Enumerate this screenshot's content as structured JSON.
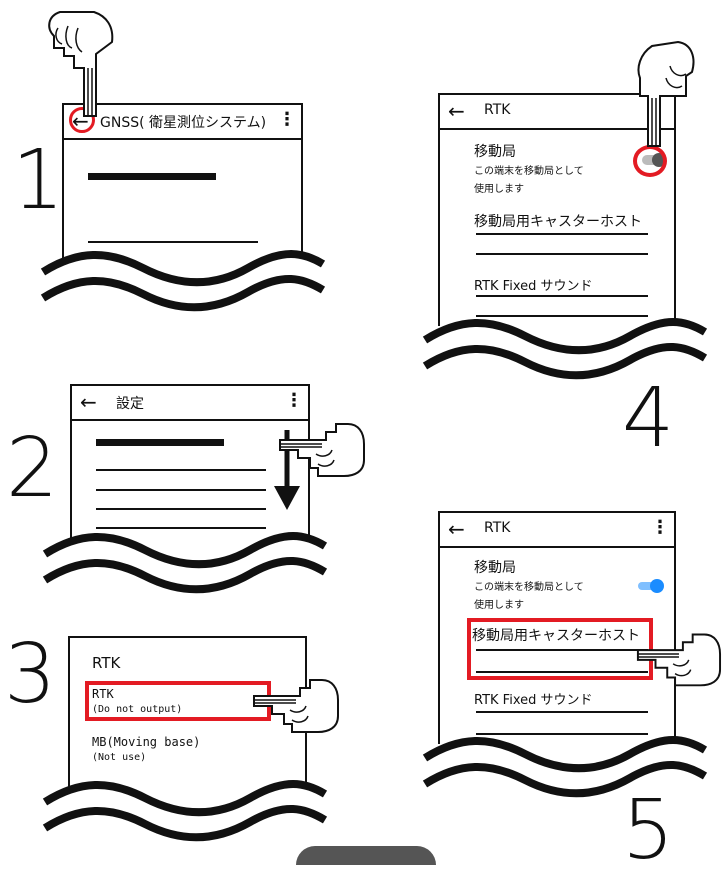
{
  "colors": {
    "highlight": "#e31b23",
    "toggle_on": "#1a8cff",
    "ink": "#111111"
  },
  "steps": [
    {
      "number": "1",
      "screen": {
        "title": "GNSS( 衛星測位システム)",
        "back_icon": "arrow-left-icon",
        "menu_icon": "kebab-menu-icon"
      }
    },
    {
      "number": "2",
      "screen": {
        "title": "設定",
        "back_icon": "arrow-left-icon",
        "menu_icon": "kebab-menu-icon"
      }
    },
    {
      "number": "3",
      "screen": {
        "heading": "RTK",
        "options": [
          {
            "label": "RTK",
            "sublabel": "(Do not output)"
          },
          {
            "label": "MB(Moving base)",
            "sublabel": "(Not use)"
          }
        ]
      }
    },
    {
      "number": "4",
      "screen": {
        "title": "RTK",
        "moving_station": {
          "label": "移動局",
          "desc_line1": "この端末を移動局として",
          "desc_line2": "使用します"
        },
        "caster_host": "移動局用キャスターホスト",
        "fixed_sound": "RTK Fixed サウンド"
      }
    },
    {
      "number": "5",
      "screen": {
        "title": "RTK",
        "moving_station": {
          "label": "移動局",
          "desc_line1": "この端末を移動局として",
          "desc_line2": "使用します"
        },
        "caster_host": "移動局用キャスターホスト",
        "fixed_sound": "RTK Fixed サウンド"
      }
    }
  ]
}
